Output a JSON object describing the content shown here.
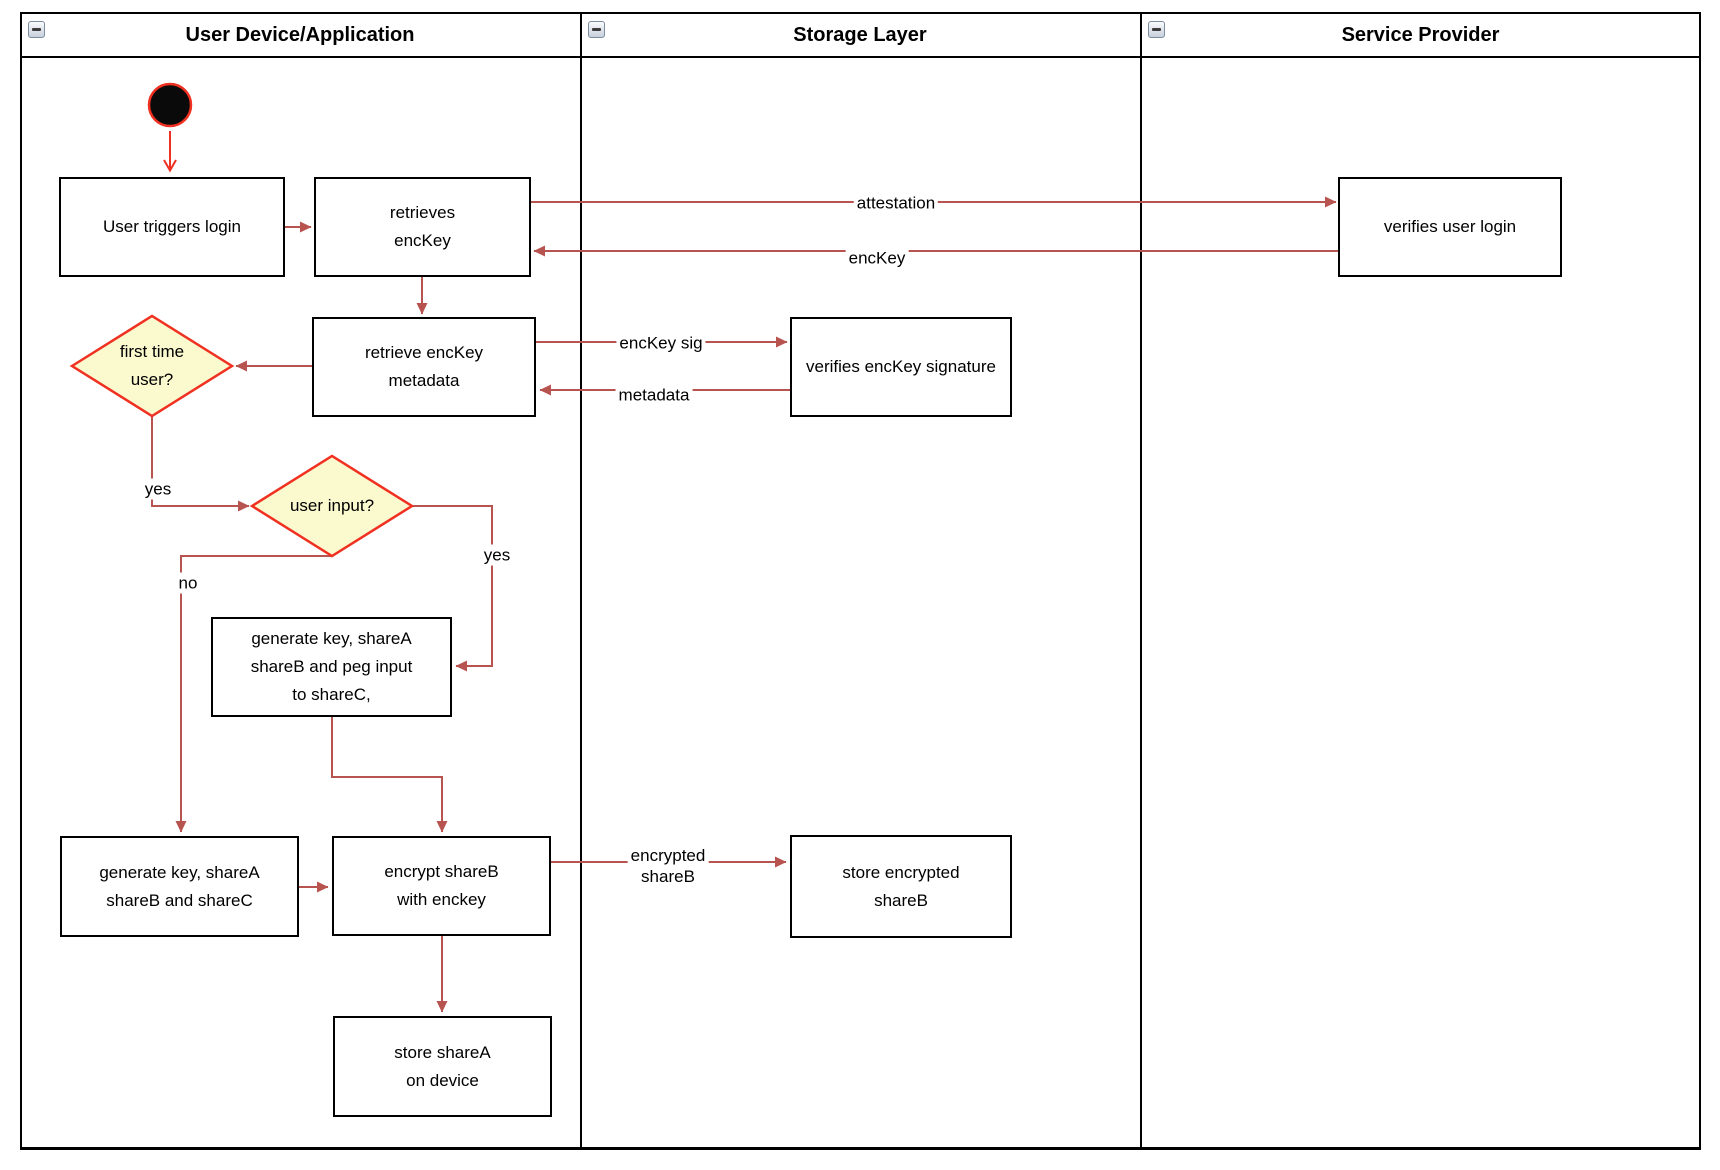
{
  "diagram_title": "key share login flow swimlane diagram",
  "colors": {
    "brick": "#B85450",
    "red": "#F03020",
    "diamond_fill": "#FBF9CE",
    "line": "#000000"
  },
  "icons": {
    "lane_collapse": "minus"
  },
  "lanes": [
    {
      "title": "User Device/Application"
    },
    {
      "title": "Storage Layer"
    },
    {
      "title": "Service Provider"
    }
  ],
  "nodes": {
    "user_triggers_login": {
      "lines": [
        "User triggers login"
      ]
    },
    "retrieves_enckey": {
      "lines": [
        "retrieves",
        "encKey"
      ]
    },
    "verifies_user_login": {
      "lines": [
        "verifies user login"
      ]
    },
    "retrieve_enckey_metadata": {
      "lines": [
        "retrieve encKey",
        "metadata"
      ]
    },
    "verifies_enckey_signature": {
      "lines": [
        "verifies encKey signature"
      ]
    },
    "first_time_user": {
      "lines": [
        "first time",
        "user?"
      ]
    },
    "user_input": {
      "lines": [
        "user input?"
      ]
    },
    "generate_key_peg_input": {
      "lines": [
        "generate key, shareA",
        "shareB and peg input",
        "to shareC,"
      ]
    },
    "generate_key_shares": {
      "lines": [
        "generate key, shareA",
        "shareB and shareC"
      ]
    },
    "encrypt_shareb": {
      "lines": [
        "encrypt shareB",
        "with enckey"
      ]
    },
    "store_encrypted_shareb": {
      "lines": [
        "store encrypted",
        "shareB"
      ]
    },
    "store_sharea_device": {
      "lines": [
        "store shareA",
        "on device"
      ]
    }
  },
  "edge_labels": {
    "attestation": "attestation",
    "enckey": "encKey",
    "enckey_sig": "encKey sig",
    "metadata": "metadata",
    "first_time_yes": "yes",
    "user_input_yes": "yes",
    "user_input_no": "no",
    "encrypted_shareb": {
      "lines": [
        "encrypted",
        "shareB"
      ]
    }
  }
}
